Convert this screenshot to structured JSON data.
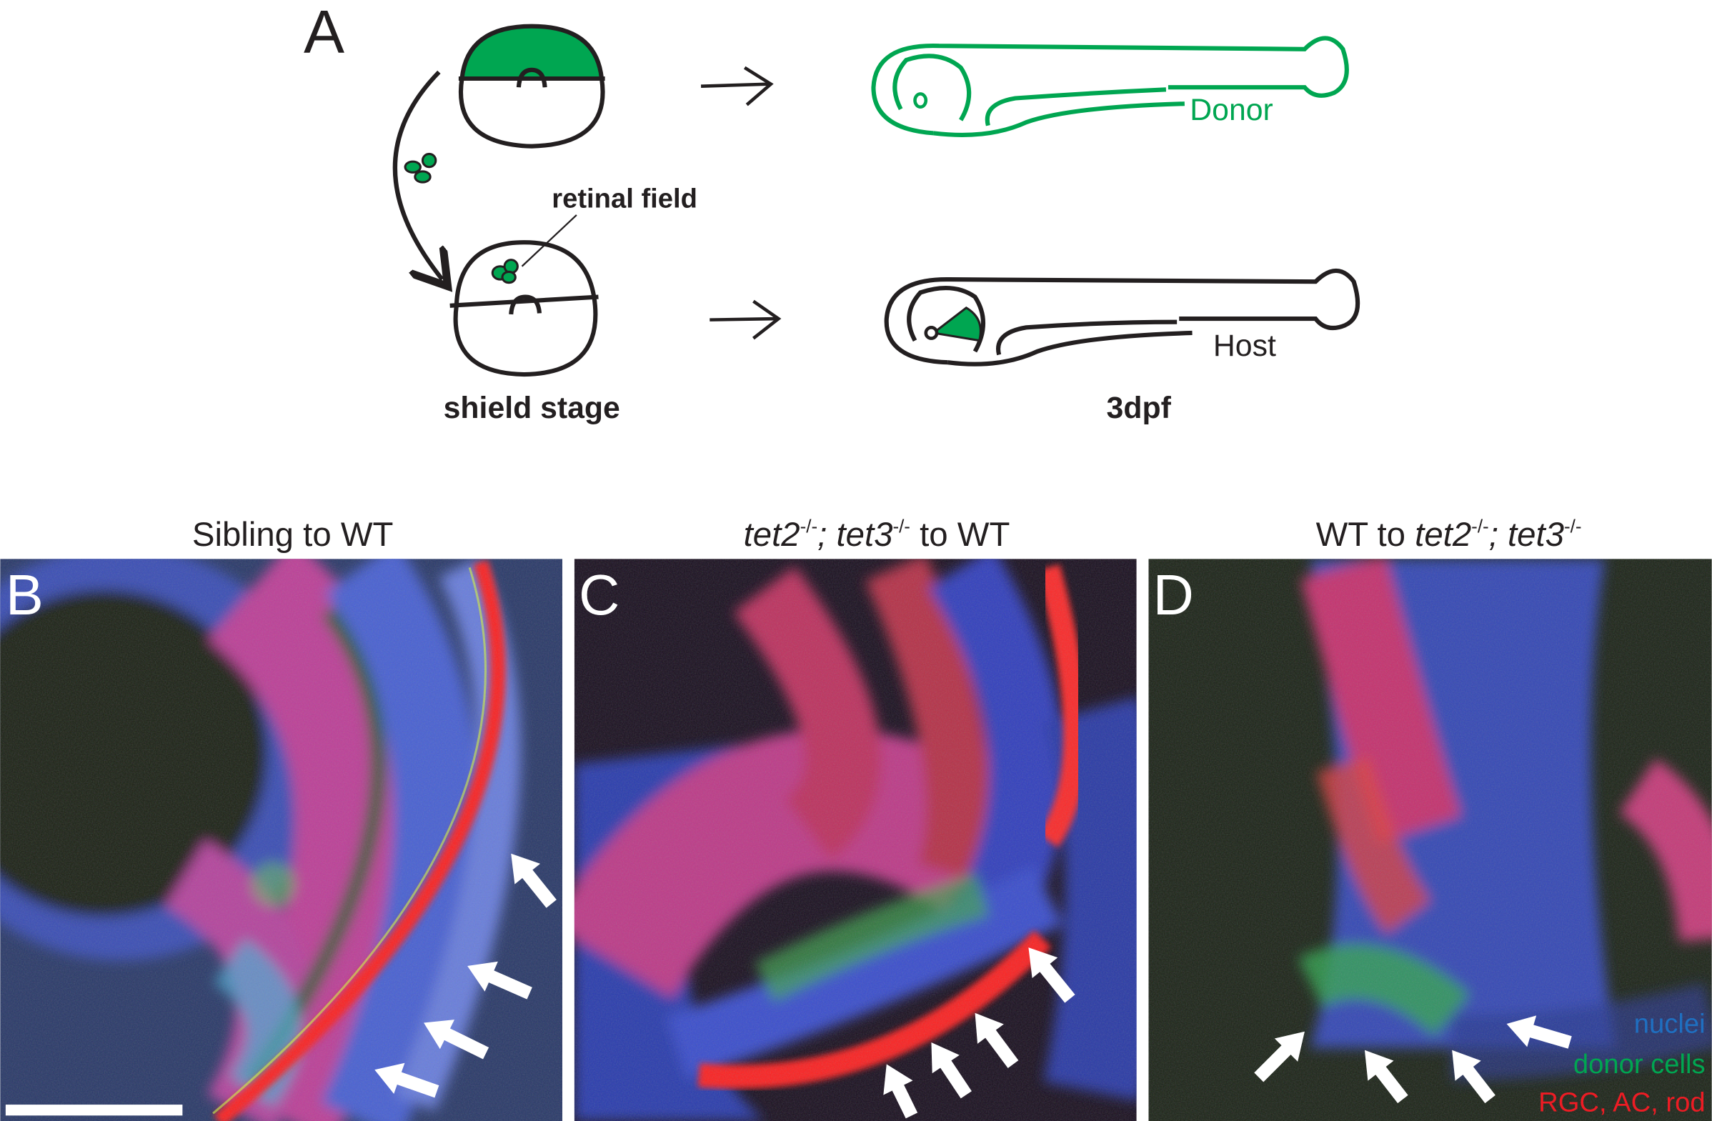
{
  "panel_a": {
    "letter": "A",
    "retinal_field_label": "retinal field",
    "stage_label": "shield stage",
    "age_label": "3dpf",
    "donor_label": "Donor",
    "host_label": "Host",
    "icons": [
      "curved-arrow-icon",
      "right-arrow-icon",
      "embryo-icon",
      "zebrafish-larva-icon"
    ]
  },
  "panels": [
    {
      "letter": "B",
      "title": "Sibling to WT"
    },
    {
      "letter": "C",
      "title_parts": [
        "tet2",
        "-/-",
        "; tet3",
        "-/-",
        " to WT"
      ]
    },
    {
      "letter": "D",
      "title_parts": [
        "WT to ",
        "tet2",
        "-/-",
        "; tet3",
        "-/-"
      ]
    }
  ],
  "legend": {
    "nuclei": "nuclei",
    "donor_cells": "donor cells",
    "rgc_ac_rod": "RGC, AC, rod"
  },
  "colors": {
    "donor_green": "#00a651",
    "nuclei_blue": "#1f6fc0",
    "marker_red": "#ed1c24"
  }
}
